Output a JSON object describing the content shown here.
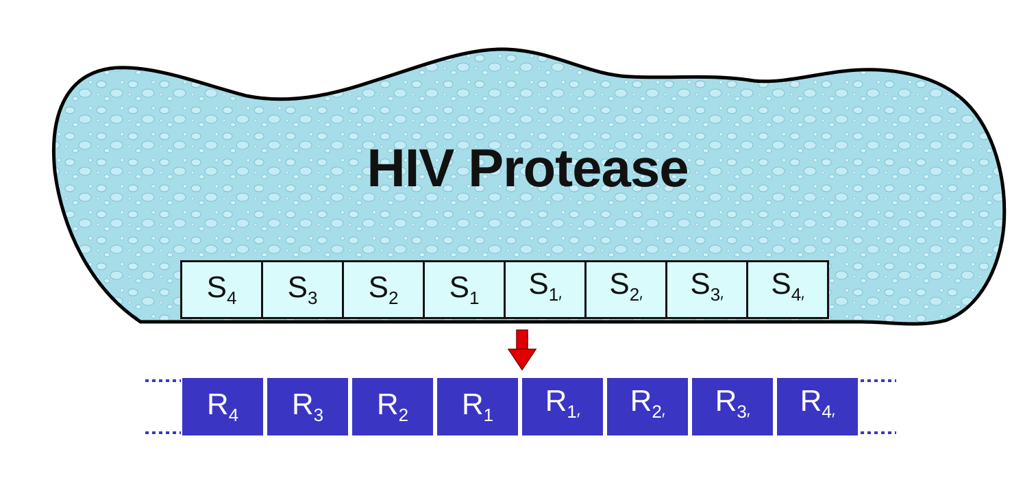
{
  "title": "HIV Protease",
  "subsites": [
    {
      "letter": "S",
      "sub": "4",
      "prime": ""
    },
    {
      "letter": "S",
      "sub": "3",
      "prime": ""
    },
    {
      "letter": "S",
      "sub": "2",
      "prime": ""
    },
    {
      "letter": "S",
      "sub": "1",
      "prime": ""
    },
    {
      "letter": "S",
      "sub": "1",
      "prime": "′"
    },
    {
      "letter": "S",
      "sub": "2",
      "prime": "′"
    },
    {
      "letter": "S",
      "sub": "3",
      "prime": "′"
    },
    {
      "letter": "S",
      "sub": "4",
      "prime": "′"
    }
  ],
  "residues": [
    {
      "letter": "R",
      "sub": "4",
      "prime": ""
    },
    {
      "letter": "R",
      "sub": "3",
      "prime": ""
    },
    {
      "letter": "R",
      "sub": "2",
      "prime": ""
    },
    {
      "letter": "R",
      "sub": "1",
      "prime": ""
    },
    {
      "letter": "R",
      "sub": "1",
      "prime": "′"
    },
    {
      "letter": "R",
      "sub": "2",
      "prime": "′"
    },
    {
      "letter": "R",
      "sub": "3",
      "prime": "′"
    },
    {
      "letter": "R",
      "sub": "4",
      "prime": "′"
    }
  ],
  "colors": {
    "enzyme_fill": "#aee3ee",
    "enzyme_stroke": "#000000",
    "subsite_fill": "#d9fbfb",
    "residue_fill": "#3b35c4",
    "residue_text": "#ffffff",
    "arrow": "#e00000",
    "dots": "#3b35c4"
  }
}
